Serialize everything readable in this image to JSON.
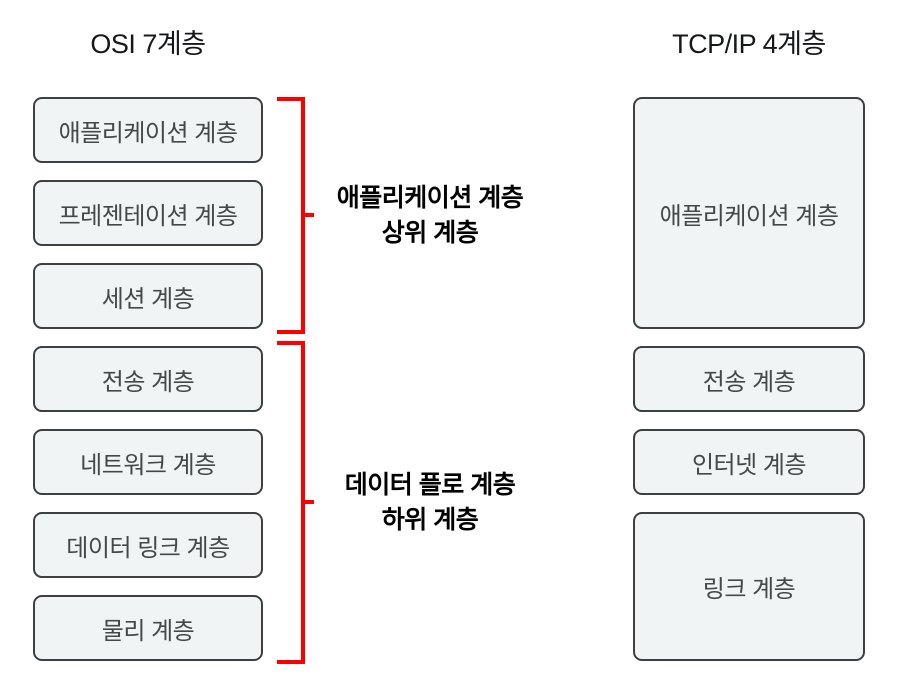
{
  "left": {
    "title": "OSI 7계층",
    "layers": [
      "애플리케이션 계층",
      "프레젠테이션 계층",
      "세션 계층",
      "전송 계층",
      "네트워크 계층",
      "데이터 링크 계층",
      "물리 계층"
    ]
  },
  "right": {
    "title": "TCP/IP 4계층",
    "layers": [
      "애플리케이션 계층",
      "전송 계층",
      "인터넷 계층",
      "링크 계층"
    ]
  },
  "groups": [
    {
      "line1": "애플리케이션 계층",
      "line2": "상위 계층"
    },
    {
      "line1": "데이터 플로 계층",
      "line2": "하위 계층"
    }
  ],
  "colors": {
    "bracket_red": "#ff0000",
    "box_fill": "#f1f4f4",
    "box_border": "#3c4043",
    "label_text": "#000000"
  }
}
